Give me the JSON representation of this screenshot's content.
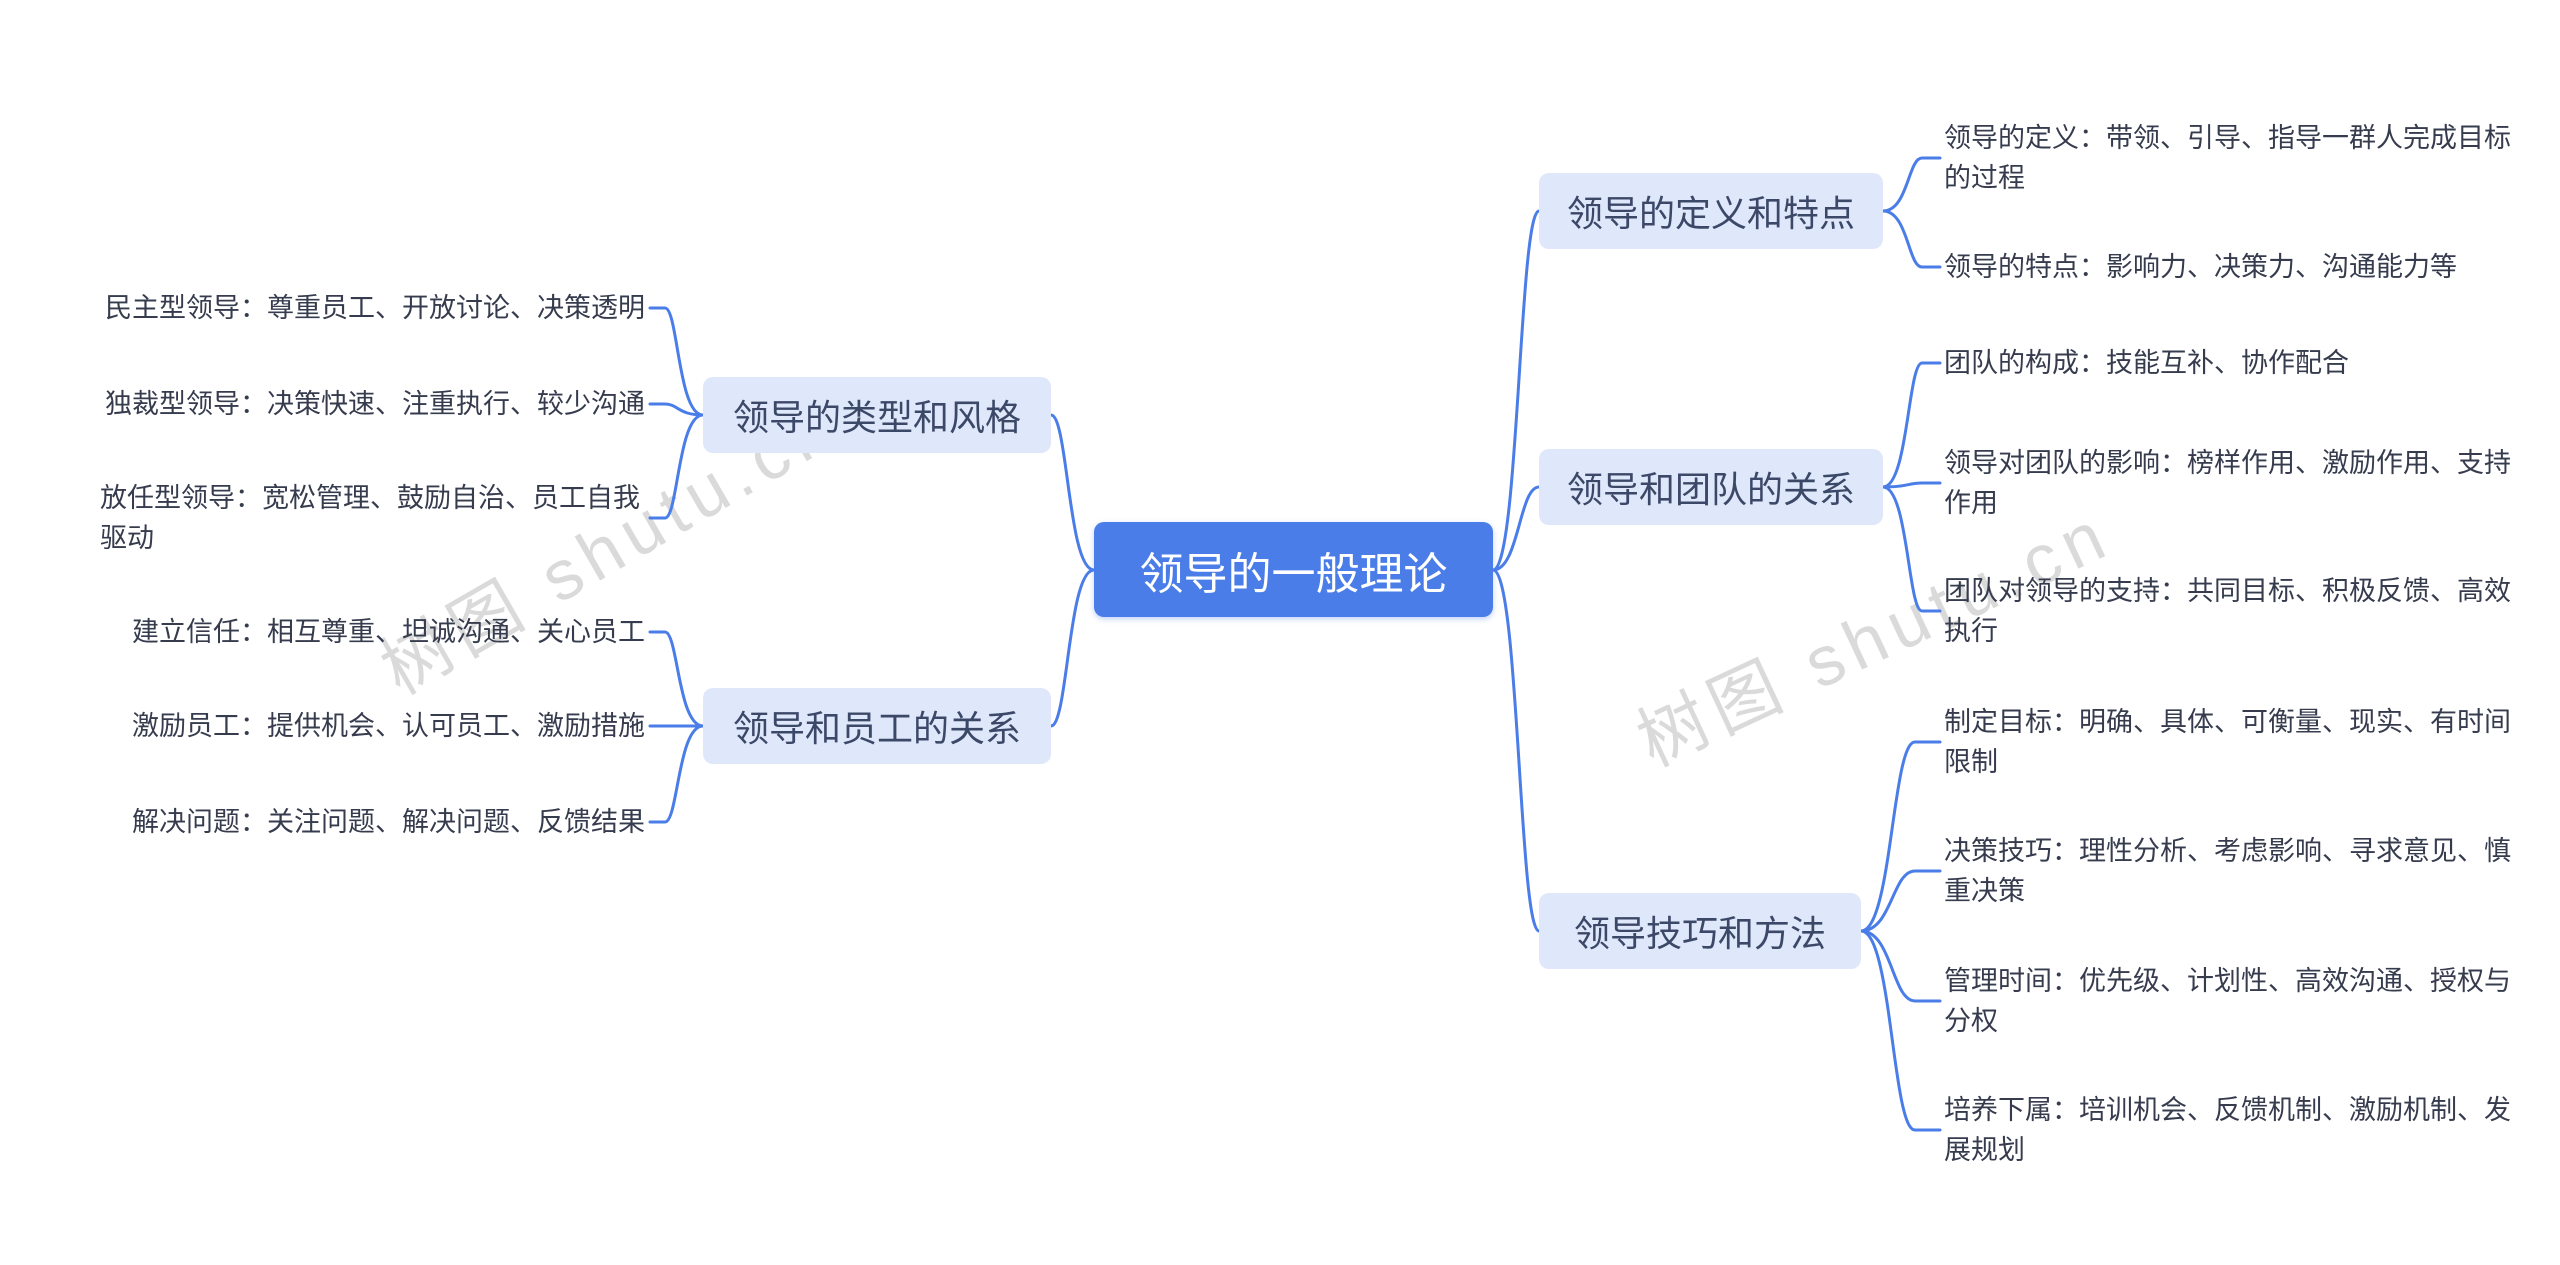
{
  "watermark": {
    "text": "树图 shutu.cn"
  },
  "colors": {
    "root_bg": "#4a7de8",
    "root_text": "#ffffff",
    "branch_bg": "#dfe8fa",
    "branch_text": "#3c4868",
    "leaf_text": "#363c4e",
    "connector": "#4a7de8",
    "watermark": "#d0d0d0",
    "background": "#ffffff"
  },
  "mindmap": {
    "root": {
      "label": "领导的一般理论"
    },
    "left_branches": [
      {
        "label": "领导的类型和风格",
        "children": [
          {
            "label": "民主型领导：尊重员工、开放讨论、决策透明"
          },
          {
            "label": "独裁型领导：决策快速、注重执行、较少沟通"
          },
          {
            "label": "放任型领导：宽松管理、鼓励自治、员工自我驱动"
          }
        ]
      },
      {
        "label": "领导和员工的关系",
        "children": [
          {
            "label": "建立信任：相互尊重、坦诚沟通、关心员工"
          },
          {
            "label": "激励员工：提供机会、认可员工、激励措施"
          },
          {
            "label": "解决问题：关注问题、解决问题、反馈结果"
          }
        ]
      }
    ],
    "right_branches": [
      {
        "label": "领导的定义和特点",
        "children": [
          {
            "label": "领导的定义：带领、引导、指导一群人完成目标的过程"
          },
          {
            "label": "领导的特点：影响力、决策力、沟通能力等"
          }
        ]
      },
      {
        "label": "领导和团队的关系",
        "children": [
          {
            "label": "团队的构成：技能互补、协作配合"
          },
          {
            "label": "领导对团队的影响：榜样作用、激励作用、支持作用"
          },
          {
            "label": "团队对领导的支持：共同目标、积极反馈、高效执行"
          }
        ]
      },
      {
        "label": "领导技巧和方法",
        "children": [
          {
            "label": "制定目标：明确、具体、可衡量、现实、有时间限制"
          },
          {
            "label": "决策技巧：理性分析、考虑影响、寻求意见、慎重决策"
          },
          {
            "label": "管理时间：优先级、计划性、高效沟通、授权与分权"
          },
          {
            "label": "培养下属：培训机会、反馈机制、激励机制、发展规划"
          }
        ]
      }
    ]
  }
}
